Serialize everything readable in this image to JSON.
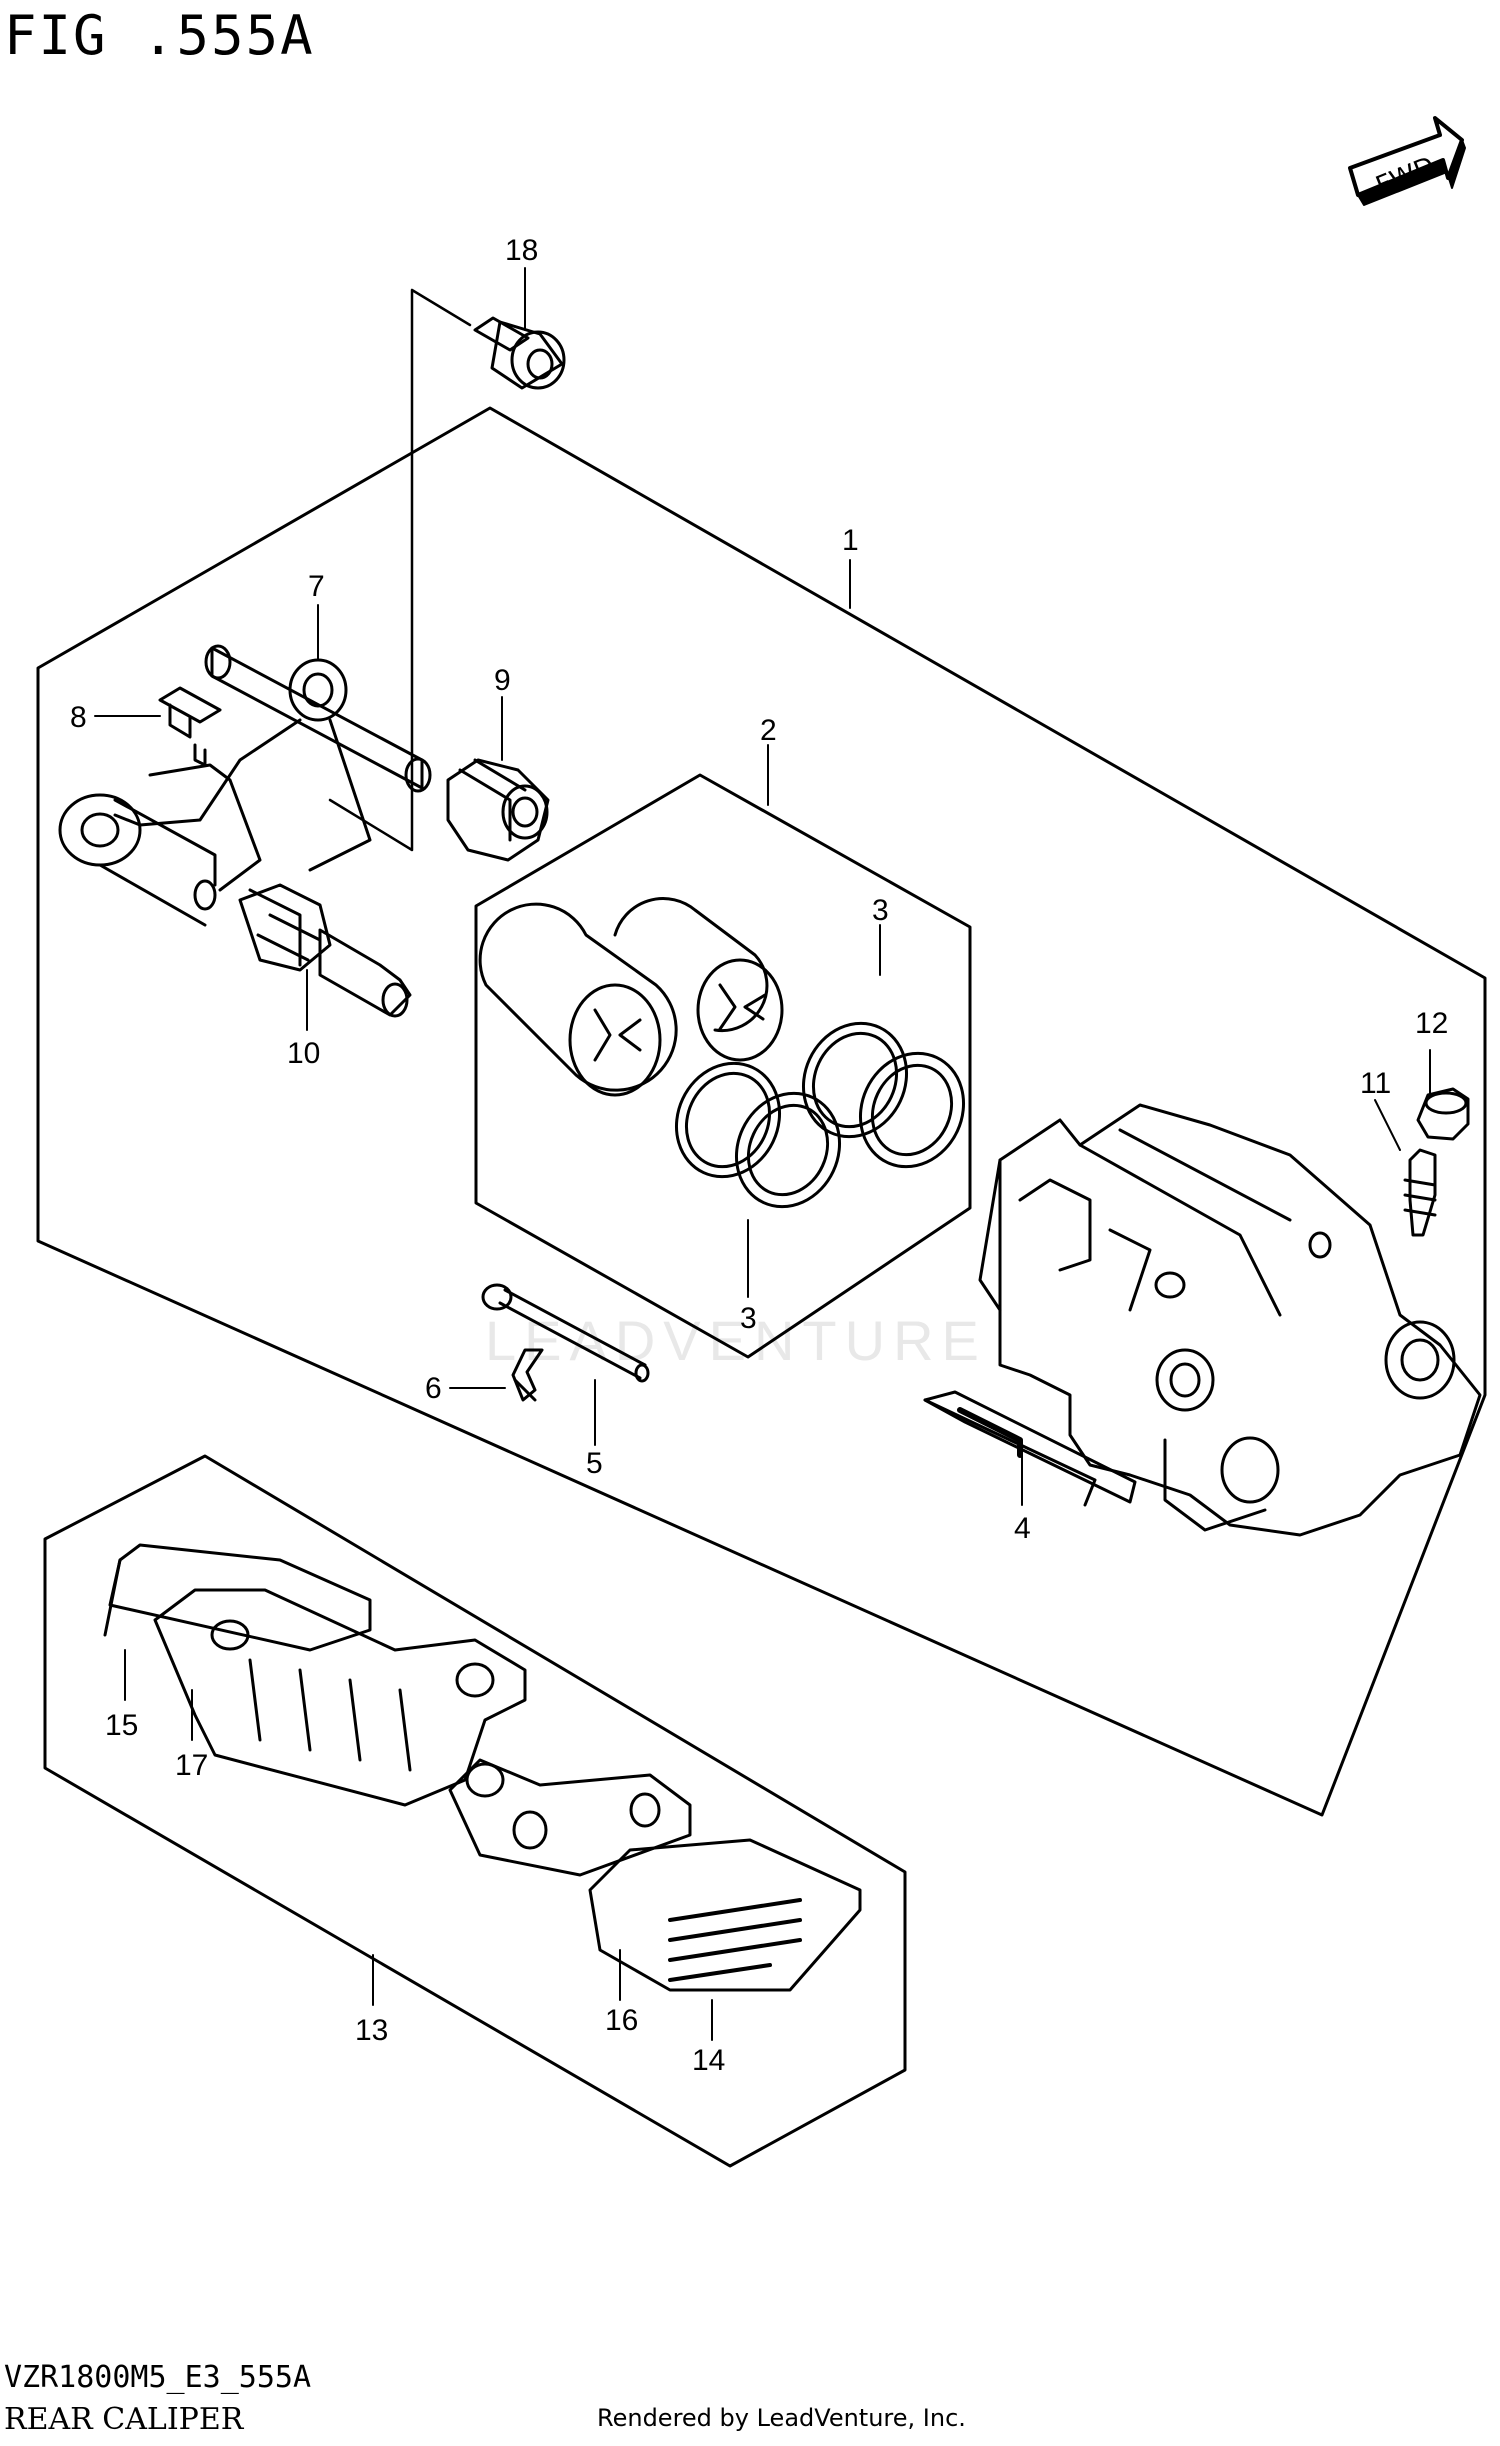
{
  "header": {
    "figure_title": "FIG .555A"
  },
  "fwd_badge": {
    "label": "FWD"
  },
  "watermark": "LEADVENTURE",
  "callouts": {
    "c1": "1",
    "c2": "2",
    "c3a": "3",
    "c3b": "3",
    "c4": "4",
    "c5": "5",
    "c6": "6",
    "c7": "7",
    "c8": "8",
    "c9": "9",
    "c10": "10",
    "c11": "11",
    "c12": "12",
    "c13": "13",
    "c14": "14",
    "c15": "15",
    "c16": "16",
    "c17": "17",
    "c18": "18"
  },
  "footer": {
    "code": "VZR1800M5_E3_555A",
    "subtitle": "REAR CALIPER",
    "rendered_by": "Rendered by LeadVenture, Inc."
  }
}
